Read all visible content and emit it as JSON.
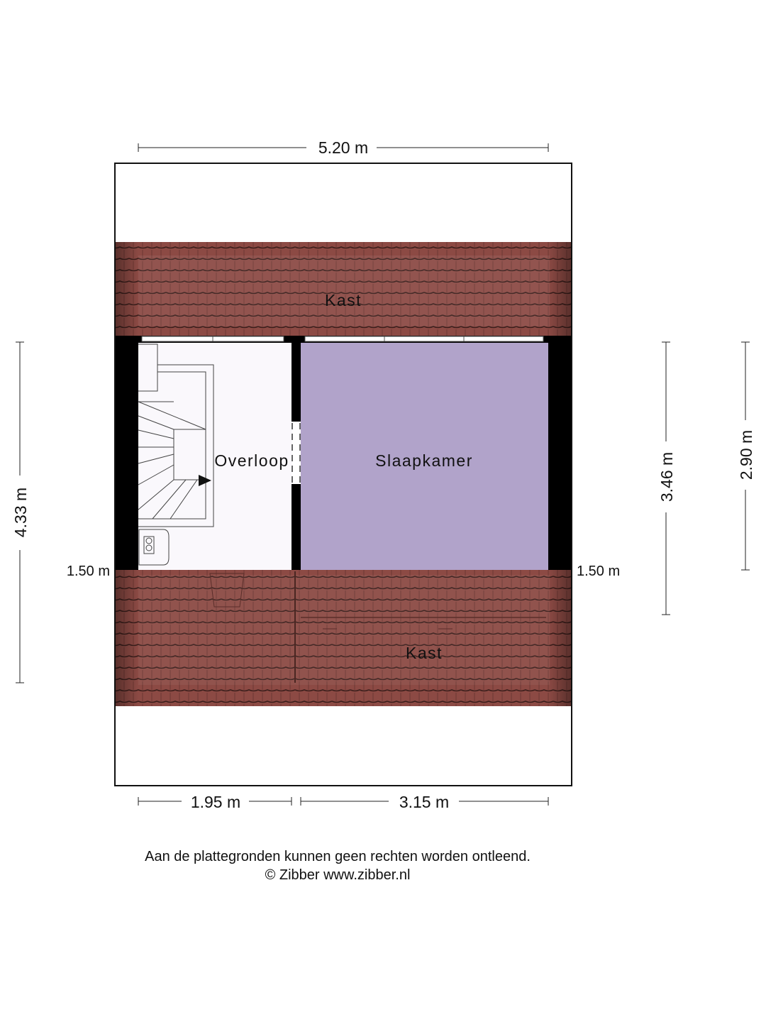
{
  "dimensions": {
    "total_width": "5.20 m",
    "left_width": "1.95 m",
    "right_width": "3.15 m",
    "total_depth": "4.33 m",
    "room_depth": "3.46 m",
    "room_depth_inner": "2.90 m",
    "knee_wall_left": "1.50 m",
    "knee_wall_right": "1.50 m"
  },
  "rooms": {
    "top_storage": "Kast",
    "landing": "Overloop",
    "bedroom": "Slaapkamer",
    "bottom_storage": "Kast"
  },
  "footer": {
    "disclaimer": "Aan de plattegronden kunnen geen rechten worden ontleend.",
    "copyright": "© Zibber www.zibber.nl"
  },
  "colors": {
    "roof_tile": "#8c4a44",
    "bedroom_fill": "#b1a3ca",
    "landing_fill": "#faf8fc",
    "wall": "#000000"
  }
}
